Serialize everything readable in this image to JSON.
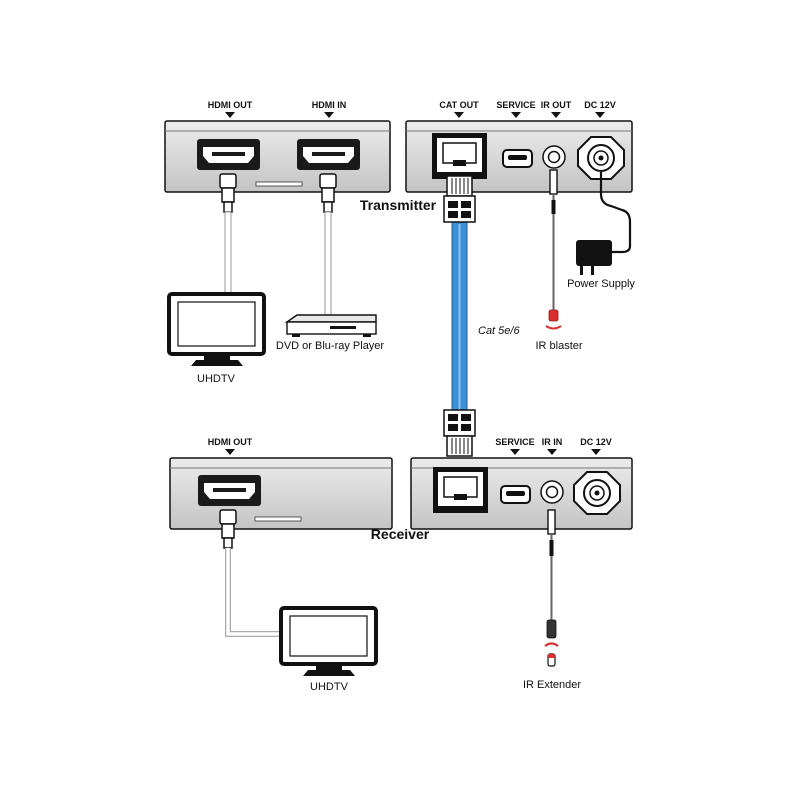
{
  "transmitter": {
    "title": "Transmitter",
    "front_ports": {
      "hdmi_out": "HDMI OUT",
      "hdmi_in": "HDMI IN"
    },
    "rear_ports": {
      "cat_out": "CAT OUT",
      "service": "SERVICE",
      "ir_out": "IR OUT",
      "dc": "DC 12V"
    },
    "devices": {
      "display": "UHDTV",
      "player": "DVD or Blu-ray Player",
      "power": "Power Supply",
      "ir": "IR blaster"
    }
  },
  "cable": {
    "label": "Cat 5e/6"
  },
  "receiver": {
    "title": "Receiver",
    "front_ports": {
      "hdmi_out": "HDMI OUT"
    },
    "rear_ports": {
      "service": "SERVICE",
      "ir_in": "IR IN",
      "dc": "DC 12V"
    },
    "devices": {
      "display": "UHDTV",
      "ir": "IR Extender"
    }
  },
  "colors": {
    "cat_cable": "#3d8fd6",
    "ir_emitter": "#d83030",
    "outline": "#111111",
    "panel": "#d0d0d0"
  }
}
